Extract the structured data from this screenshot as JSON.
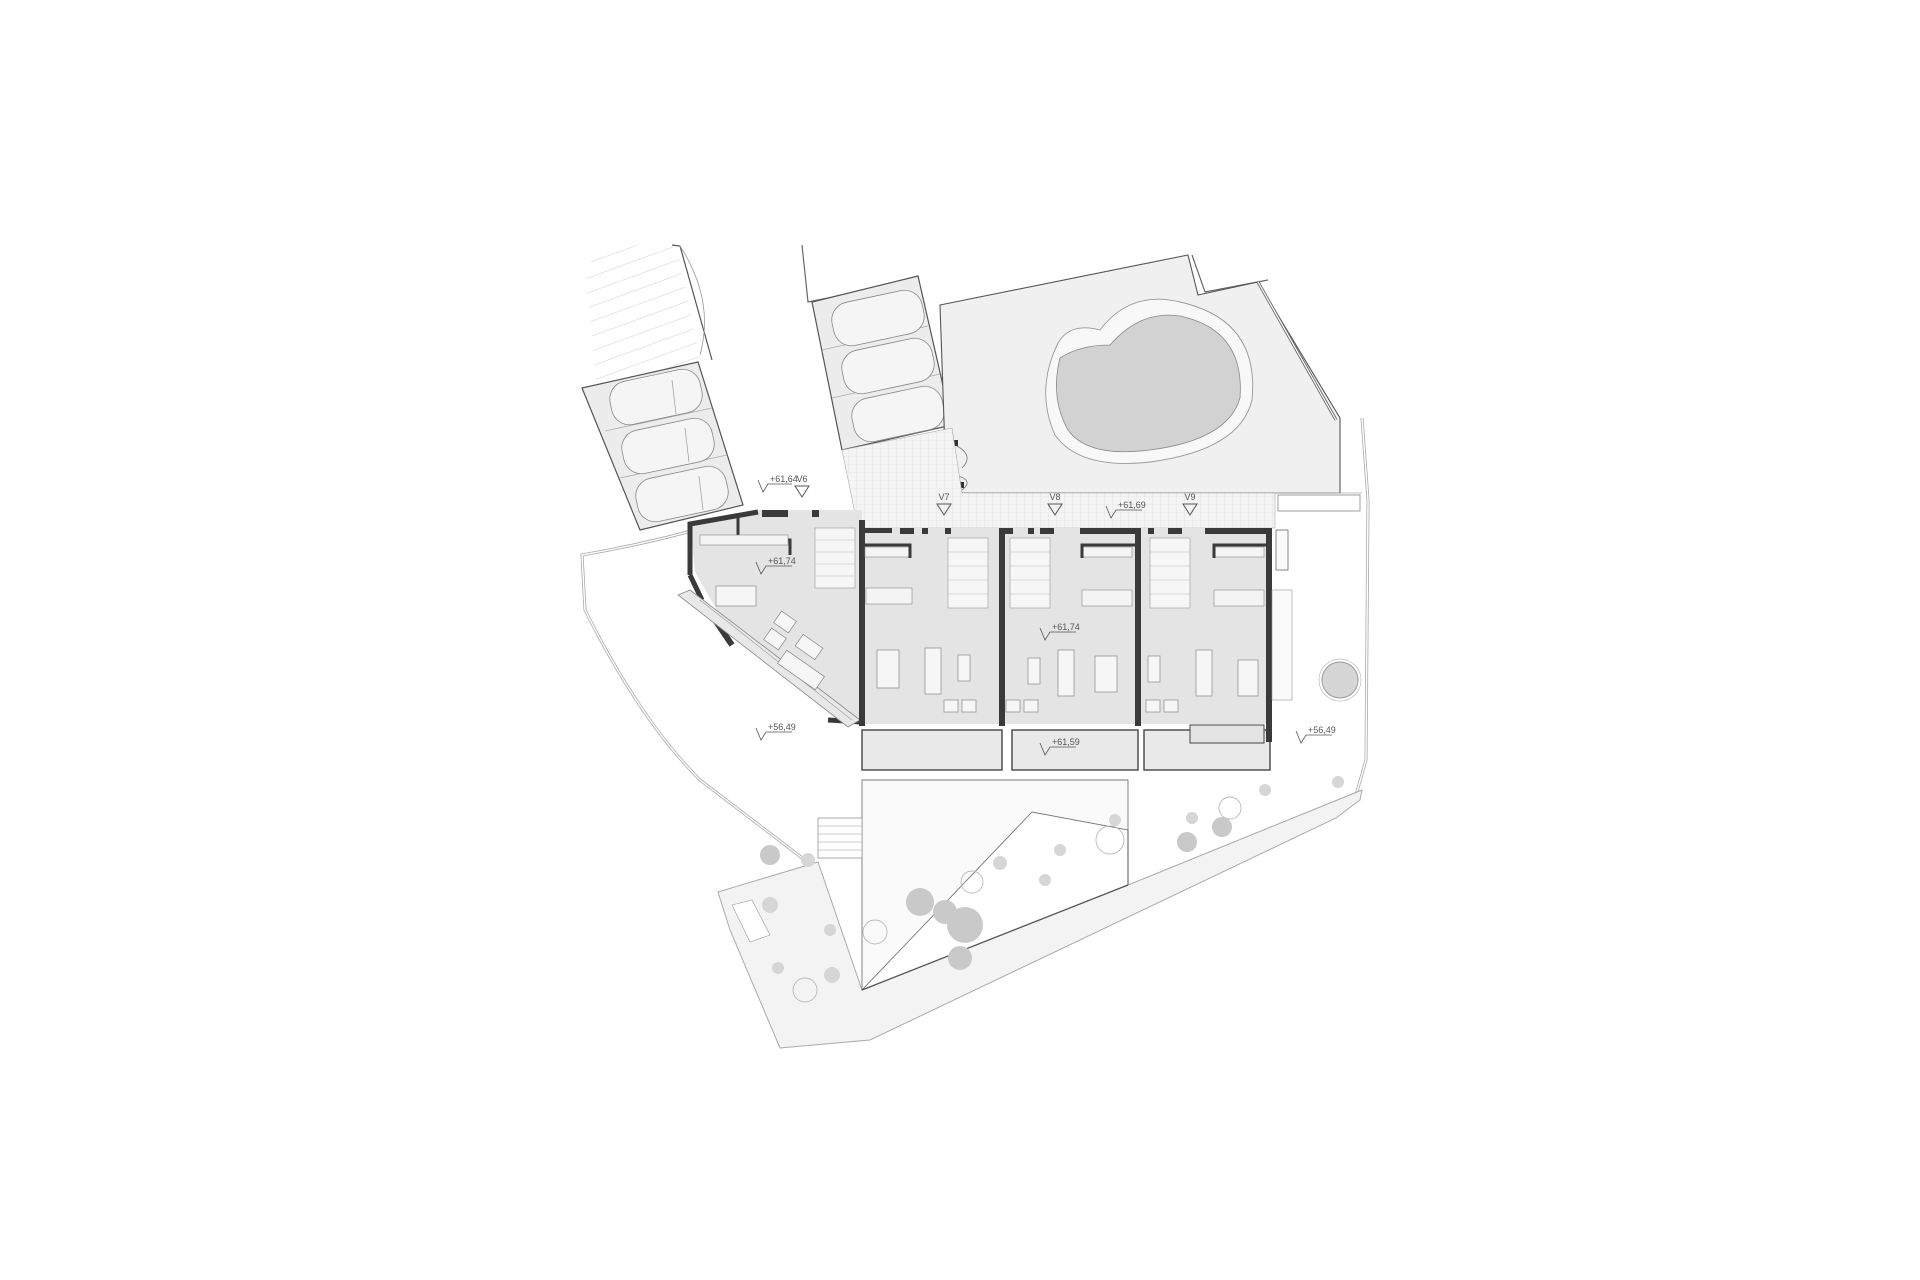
{
  "drawing": {
    "type": "architectural site plan / ground floor plan",
    "colors": {
      "background": "#ffffff",
      "floor_fill": "#e6e6e6",
      "paving_fill": "#f2f2f2",
      "wall": "#3a3a3a",
      "line": "#777777",
      "pool_water": "#cfcfcf",
      "plant": "#c8c8c8"
    }
  },
  "units": [
    {
      "id": "V6",
      "label": "V6"
    },
    {
      "id": "V7",
      "label": "V7"
    },
    {
      "id": "V8",
      "label": "V8"
    },
    {
      "id": "V9",
      "label": "V9"
    }
  ],
  "elevations": {
    "entrance_top_left": "+61,64",
    "entrance_top_right": "+61,69",
    "v6_interior": "+61,74",
    "v8_interior": "+61,74",
    "terrace_center": "+61,59",
    "garden_left": "+56,49",
    "garden_right": "+56,49"
  },
  "site_features": {
    "parking_left_spaces": 3,
    "parking_right_spaces": 3,
    "pool": "kidney-shaped pool",
    "round_feature": "circular planter/tree"
  }
}
